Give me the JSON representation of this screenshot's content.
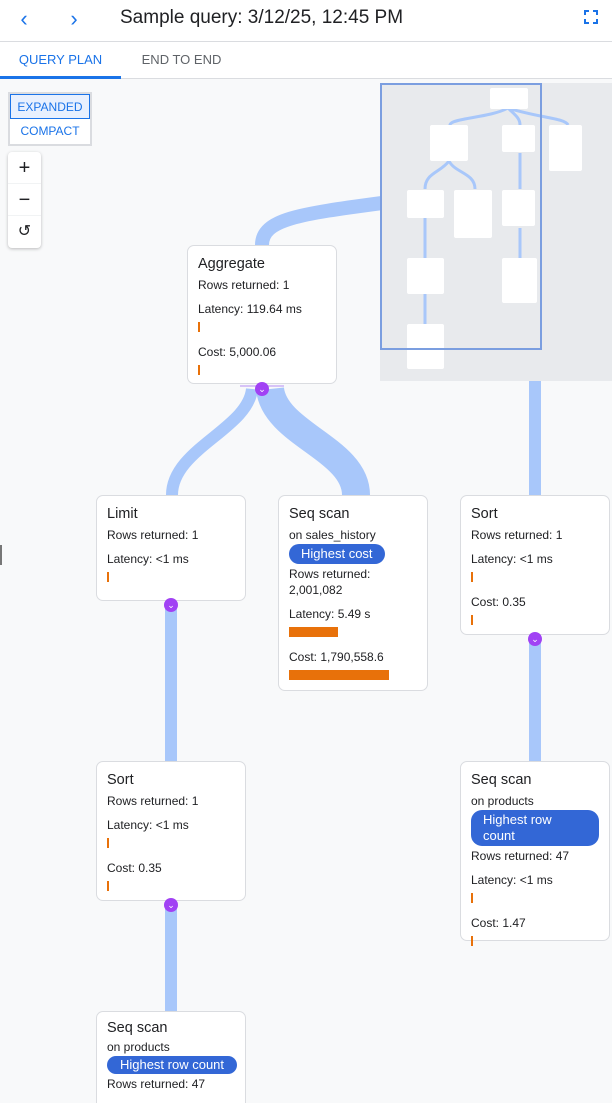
{
  "header": {
    "title": "Sample query: 3/12/25, 12:45 PM",
    "back_icon": "chevron-left-icon",
    "forward_icon": "chevron-right-icon",
    "fullscreen_icon": "fullscreen-icon"
  },
  "tabs": [
    {
      "label": "QUERY PLAN",
      "active": true
    },
    {
      "label": "END TO END",
      "active": false
    }
  ],
  "view_toggle": {
    "expanded": "EXPANDED",
    "compact": "COMPACT",
    "selected": "EXPANDED"
  },
  "zoom_controls": {
    "zoom_in": "+",
    "zoom_out": "−",
    "reset": "↺"
  },
  "colors": {
    "accent": "#1a73e8",
    "flow": "#a8c7fa",
    "bar": "#e8710a",
    "badge": "#3367d6",
    "chevron": "#a142f4"
  },
  "nodes": {
    "aggregate": {
      "name": "Aggregate",
      "rows": "Rows returned: 1",
      "latency": "Latency: 119.64 ms",
      "cost": "Cost: 5,000.06"
    },
    "limit": {
      "name": "Limit",
      "rows": "Rows returned: 1",
      "latency": "Latency: <1 ms"
    },
    "seq_sales": {
      "name": "Seq scan",
      "on": "on sales_history",
      "badge": "Highest cost",
      "rows": "Rows returned:",
      "rows_value": "2,001,082",
      "latency": "Latency: 5.49 s",
      "cost": "Cost: 1,790,558.6"
    },
    "sort_right": {
      "name": "Sort",
      "rows": "Rows returned: 1",
      "latency": "Latency: <1 ms",
      "cost": "Cost: 0.35"
    },
    "sort_left": {
      "name": "Sort",
      "rows": "Rows returned: 1",
      "latency": "Latency: <1 ms",
      "cost": "Cost: 0.35"
    },
    "seq_products_right": {
      "name": "Seq scan",
      "on": "on products",
      "badge": "Highest row count",
      "rows": "Rows returned: 47",
      "latency": "Latency: <1 ms",
      "cost": "Cost: 1.47"
    },
    "seq_products_bottom": {
      "name": "Seq scan",
      "on": "on products",
      "badge": "Highest row count",
      "rows": "Rows returned: 47"
    }
  }
}
